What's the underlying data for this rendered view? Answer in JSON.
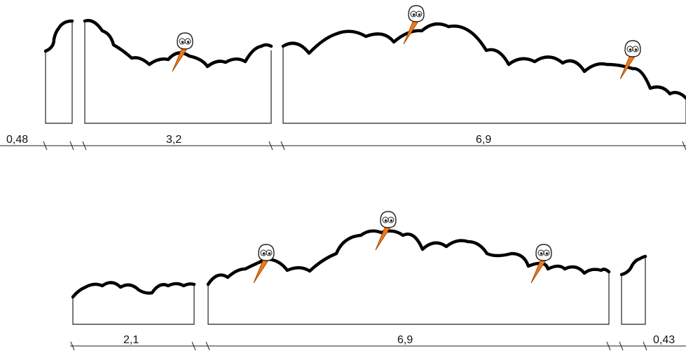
{
  "top_row": {
    "dimensions": [
      "0,48",
      "3,2",
      "6,9"
    ]
  },
  "bottom_row": {
    "dimensions": [
      "2,1",
      "6,9",
      "0,43"
    ]
  },
  "colors": {
    "outline": "#000000",
    "beak": "#f07a1a",
    "eye": "#222222",
    "head": "#ffffff"
  },
  "icons": [
    "bird-head-icon"
  ]
}
